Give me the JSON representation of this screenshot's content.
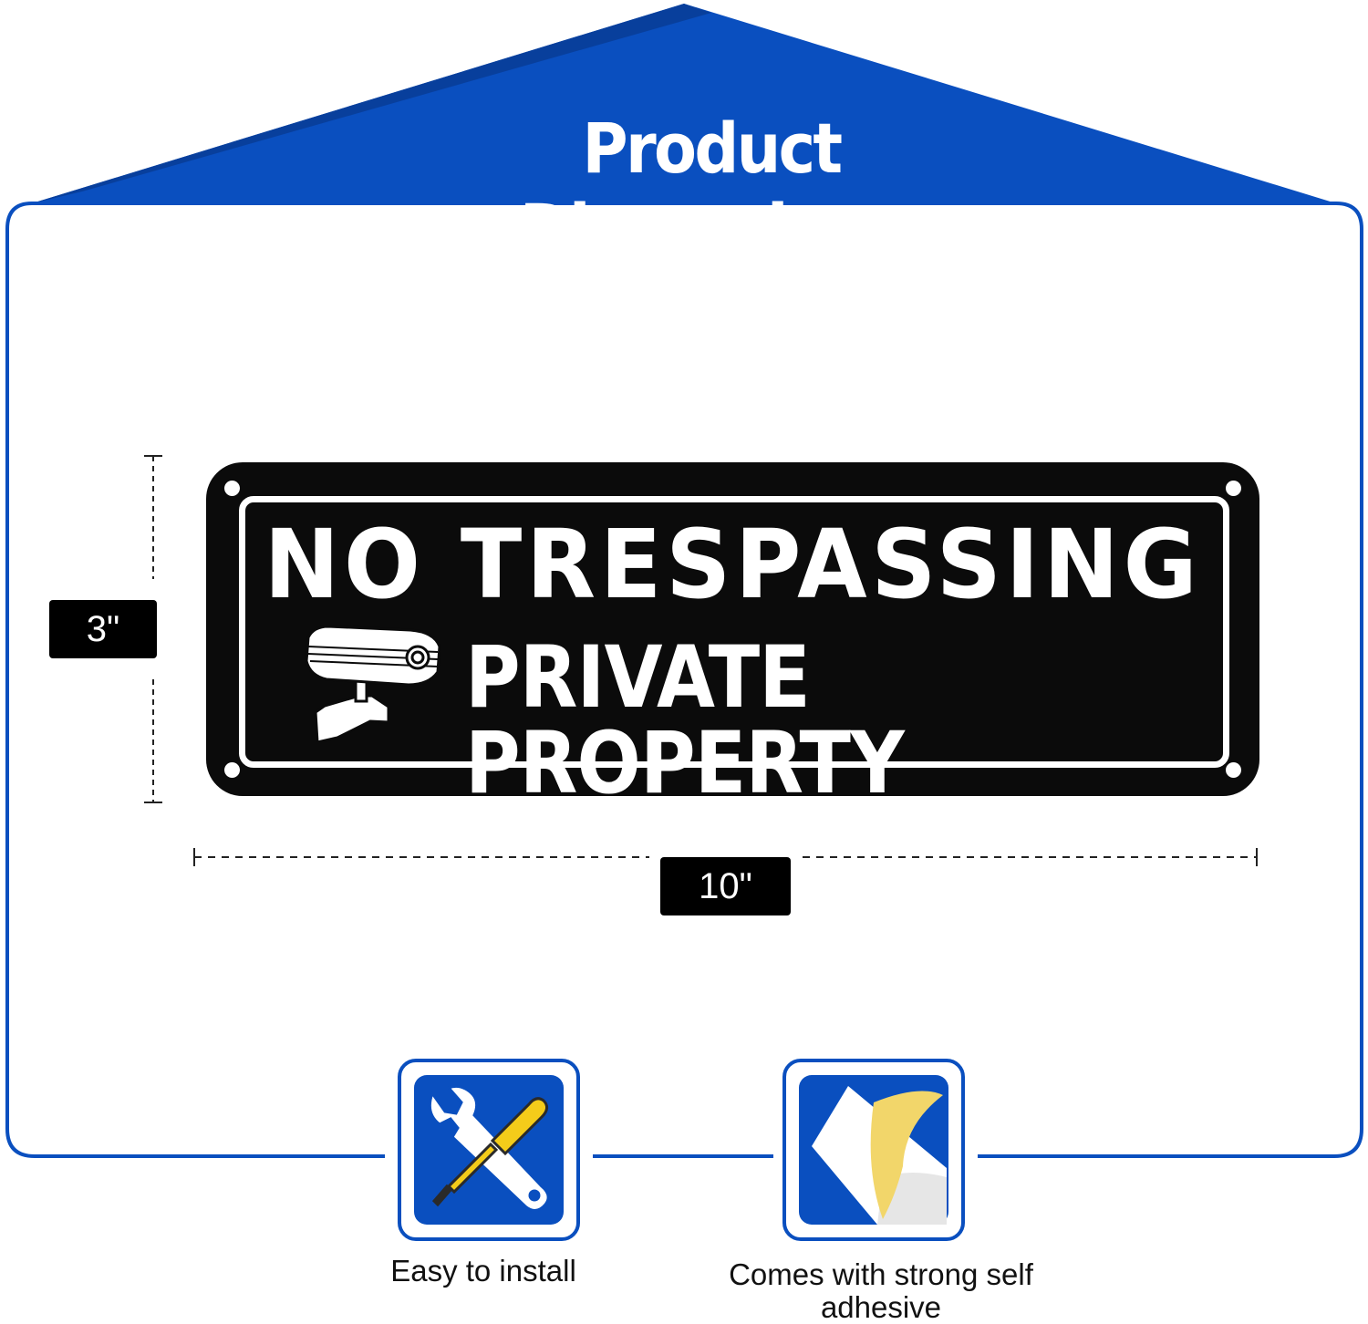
{
  "header": {
    "title": "Product Dimensions"
  },
  "sign": {
    "line1": "NO TRESPASSING",
    "line2": "PRIVATE PROPERTY",
    "icon": "security-camera-icon"
  },
  "dimensions": {
    "height_label": "3\"",
    "width_label": "10\""
  },
  "features": [
    {
      "label": "Easy to install",
      "icon": "wrench-screwdriver-icon"
    },
    {
      "label": "Comes with strong self adhesive",
      "icon": "peel-adhesive-icon"
    }
  ],
  "colors": {
    "brand_blue": "#0a4fbf",
    "sign_black": "#0b0b0b",
    "tool_yellow": "#f4cc1a",
    "adhesive_yellow": "#f2d66a"
  }
}
